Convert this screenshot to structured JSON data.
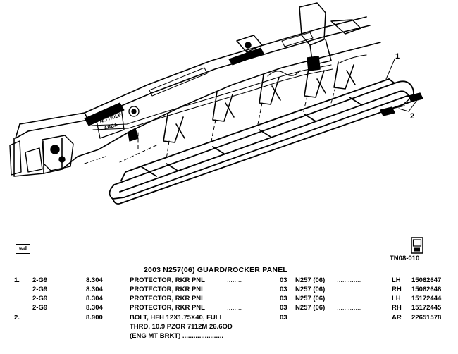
{
  "callouts": {
    "guard": "1",
    "bolt": "2"
  },
  "diagram_labels": {
    "no_hole": "NO HOLE",
    "area": "AREA"
  },
  "badge": {
    "wd": "wd"
  },
  "reference": {
    "code": "TN08-010"
  },
  "title": "2003 N257(06) GUARD/ROCKER PANEL",
  "rows": [
    {
      "item": "1.",
      "grid": "2-G9",
      "section": "8.304",
      "desc": "PROTECTOR, RKR PNL",
      "dots1": "........",
      "qty": "03",
      "app": "N257 (06)",
      "dots2": ".............",
      "side": "LH",
      "pn": "15062647"
    },
    {
      "item": "",
      "grid": "2-G9",
      "section": "8.304",
      "desc": "PROTECTOR, RKR PNL",
      "dots1": "........",
      "qty": "03",
      "app": "N257 (06)",
      "dots2": ".............",
      "side": "RH",
      "pn": "15062648"
    },
    {
      "item": "",
      "grid": "2-G9",
      "section": "8.304",
      "desc": "PROTECTOR, RKR PNL",
      "dots1": "........",
      "qty": "03",
      "app": "N257 (06)",
      "dots2": ".............",
      "side": "LH",
      "pn": "15172444"
    },
    {
      "item": "",
      "grid": "2-G9",
      "section": "8.304",
      "desc": "PROTECTOR, RKR PNL",
      "dots1": "........",
      "qty": "03",
      "app": "N257 (06)",
      "dots2": ".............",
      "side": "RH",
      "pn": "15172445"
    },
    {
      "item": "2.",
      "grid": "",
      "section": "8.900",
      "desc": "BOLT, HFH 12X1.75X40, FULL",
      "dots1": "",
      "qty": "03",
      "app": "",
      "dots2": "..........................",
      "side": "AR",
      "pn": "22651578"
    }
  ],
  "bolt_continuation": [
    "THRD, 10.9 PZOR 7112M 26.6OD",
    "(ENG MT BRKT) ......................"
  ]
}
